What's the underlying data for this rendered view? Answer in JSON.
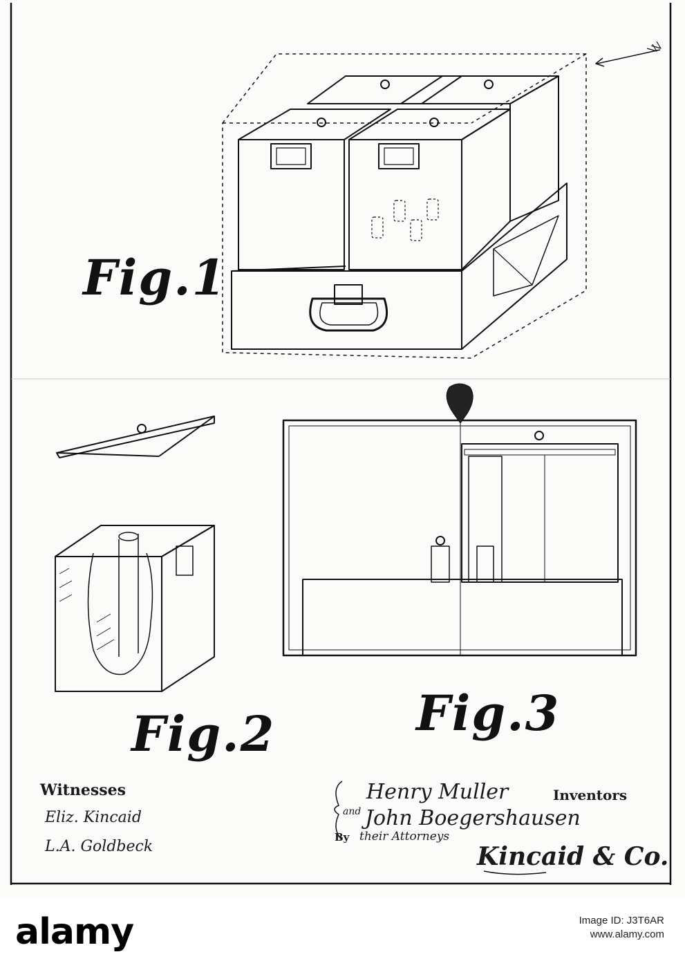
{
  "figures": {
    "fig1": "Fig.1",
    "fig2": "Fig.2",
    "fig3": "Fig.3"
  },
  "signatures": {
    "witnesses_label": "Witnesses",
    "witness_1": "Eliz. Kincaid",
    "witness_2": "L.A. Goldbeck",
    "inventor_1": "Henry Muller",
    "and": "and",
    "inventor_2": "John Boegershausen",
    "inventors_label": "Inventors",
    "by_label": "By",
    "their_attorneys": "their Attorneys",
    "attorney": "Kincaid & Co."
  },
  "footer": {
    "logo": "alamy",
    "image_id": "Image ID: J3T6AR",
    "url": "www.alamy.com"
  },
  "colors": {
    "ink": "#111111",
    "paper": "#fbfbfa"
  }
}
